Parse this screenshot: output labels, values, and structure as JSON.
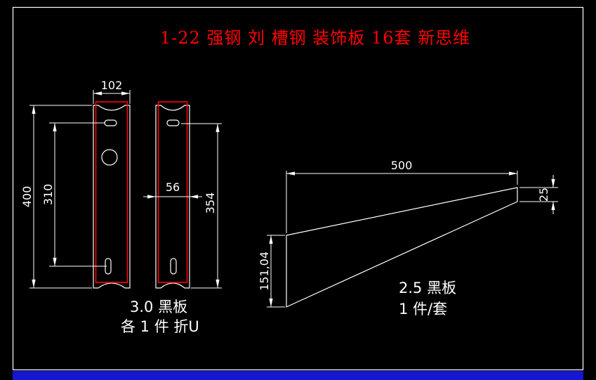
{
  "title": {
    "text": "1-22 强钢 刘 槽钢 装饰板 16套 新思维",
    "color": "#ff0000"
  },
  "colors": {
    "background": "#000000",
    "line": "#ffffff",
    "accent_red": "#ff0000",
    "bottom_bar_blue": "#1717d1"
  },
  "front_plate": {
    "dim_width": "102",
    "dim_height_overall": "400",
    "dim_hole_span": "310"
  },
  "side_plate": {
    "dim_width": "56",
    "dim_height": "354"
  },
  "plates_note": {
    "line1": "3.0 黑板",
    "line2": "各 1 件 折U"
  },
  "bracket": {
    "dim_length": "500",
    "dim_tip": "25",
    "dim_back": "151,04",
    "note1": "2.5 黑板",
    "note2": "1 件/套"
  }
}
